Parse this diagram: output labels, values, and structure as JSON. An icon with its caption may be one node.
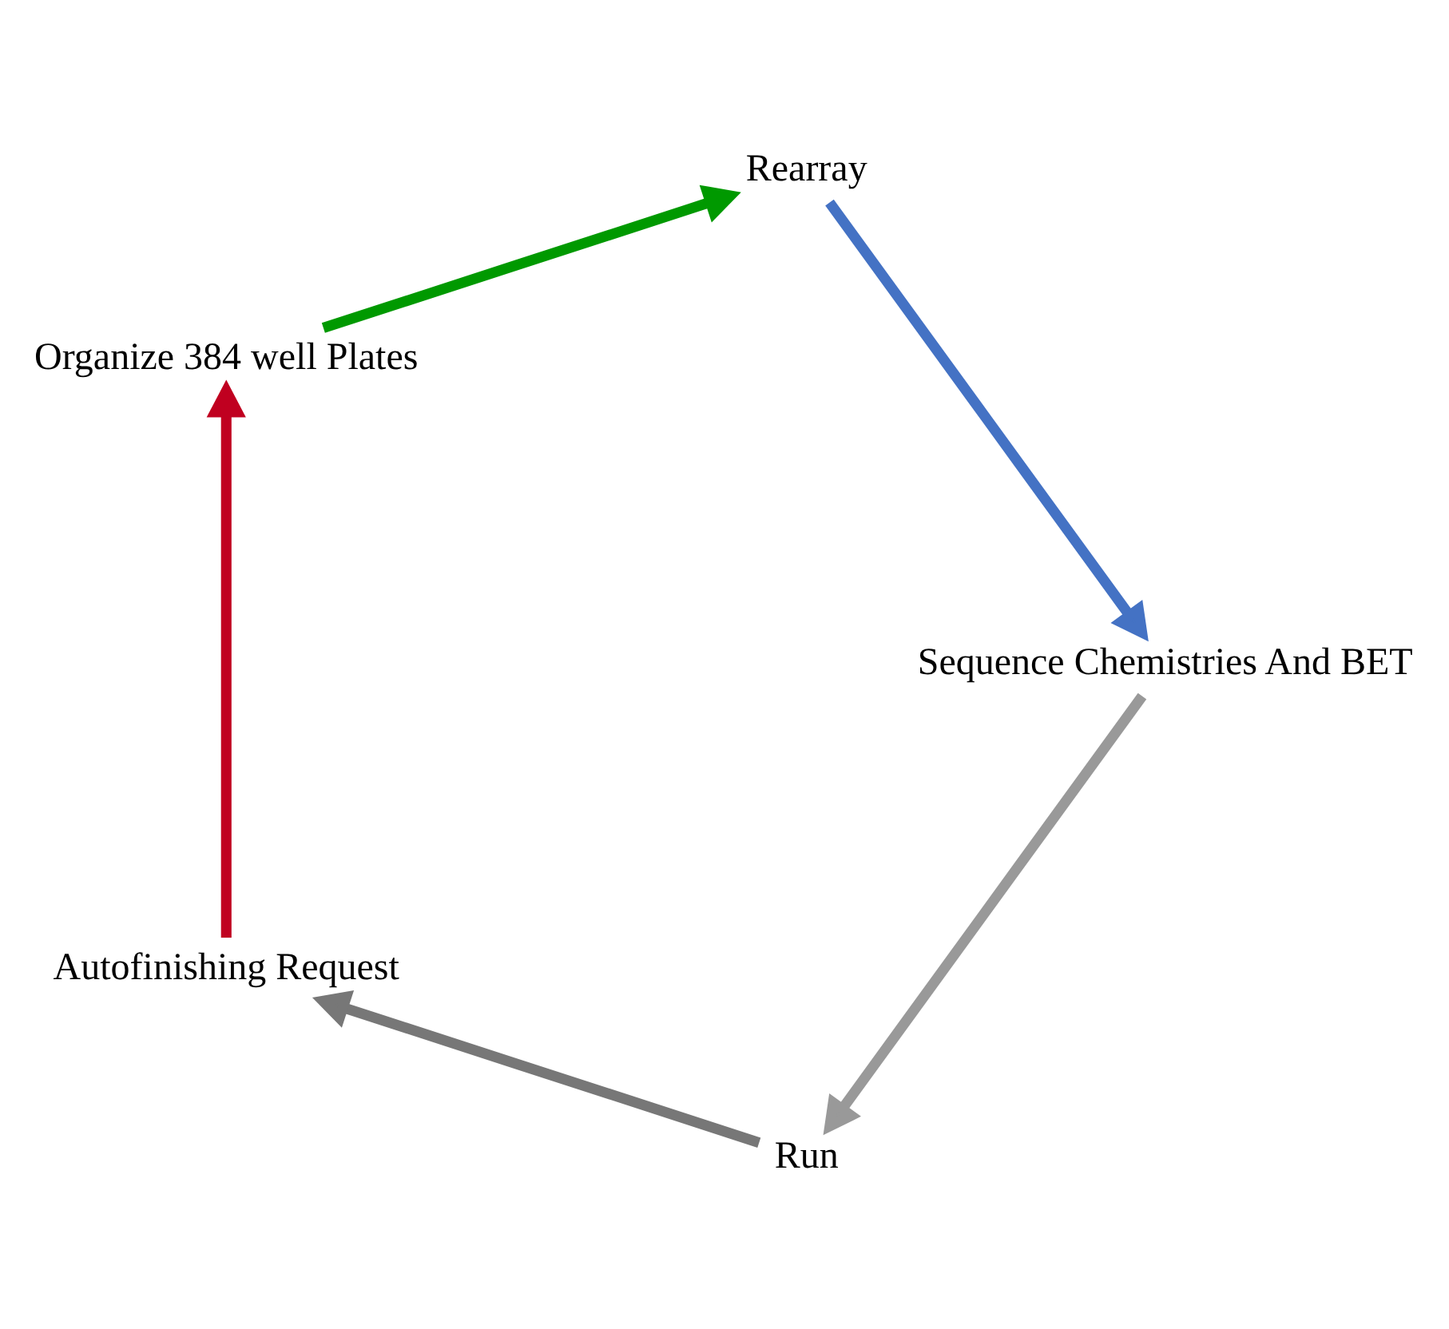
{
  "diagram": {
    "nodes": [
      {
        "text": [
          "Autofinishing Request"
        ]
      },
      {
        "text": [
          "Organize 384 well Plates"
        ]
      },
      {
        "text": [
          "Rearray"
        ]
      },
      {
        "text": [
          "Sequence Chemistries And BET"
        ]
      },
      {
        "text": [
          "Run"
        ]
      }
    ],
    "edges": [
      {
        "from": 0,
        "to": 1,
        "arrow": "to",
        "color": "#c00020"
      },
      {
        "from": 1,
        "to": 2,
        "arrow": "to",
        "color": "#009900"
      },
      {
        "from": 2,
        "to": 3,
        "arrow": "to",
        "color": "#4472c4"
      },
      {
        "from": 3,
        "to": 4,
        "arrow": "to",
        "color": "#999999"
      },
      {
        "from": 4,
        "to": 0,
        "arrow": "to",
        "color": "#777777"
      }
    ]
  }
}
